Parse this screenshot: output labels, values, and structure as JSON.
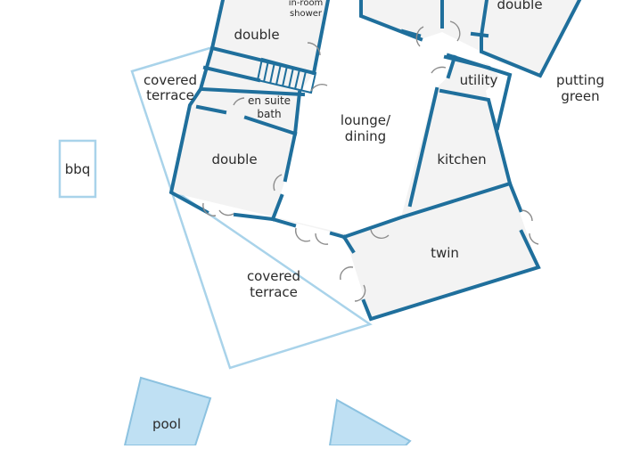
{
  "plan": {
    "rooms": {
      "double_top_left": "double",
      "in_room_shower": [
        "in-room",
        "shower"
      ],
      "double_top_right": "double",
      "covered_terrace_top": [
        "covered",
        "terrace"
      ],
      "en_suite_bath": [
        "en suite",
        "bath"
      ],
      "lounge_dining": [
        "lounge/",
        "dining"
      ],
      "utility": "utility",
      "kitchen": "kitchen",
      "double_left": "double",
      "twin": "twin",
      "covered_terrace_bottom": [
        "covered",
        "terrace"
      ],
      "putting_green": [
        "putting",
        "green"
      ],
      "bbq": "bbq",
      "pool": "pool"
    },
    "colors": {
      "wall": "#1f6f9c",
      "floor": "#f3f3f3",
      "terrace_outline": "#a9d3ea",
      "pool_fill": "#bfe0f3",
      "pool_stroke": "#8cc2e0"
    }
  }
}
